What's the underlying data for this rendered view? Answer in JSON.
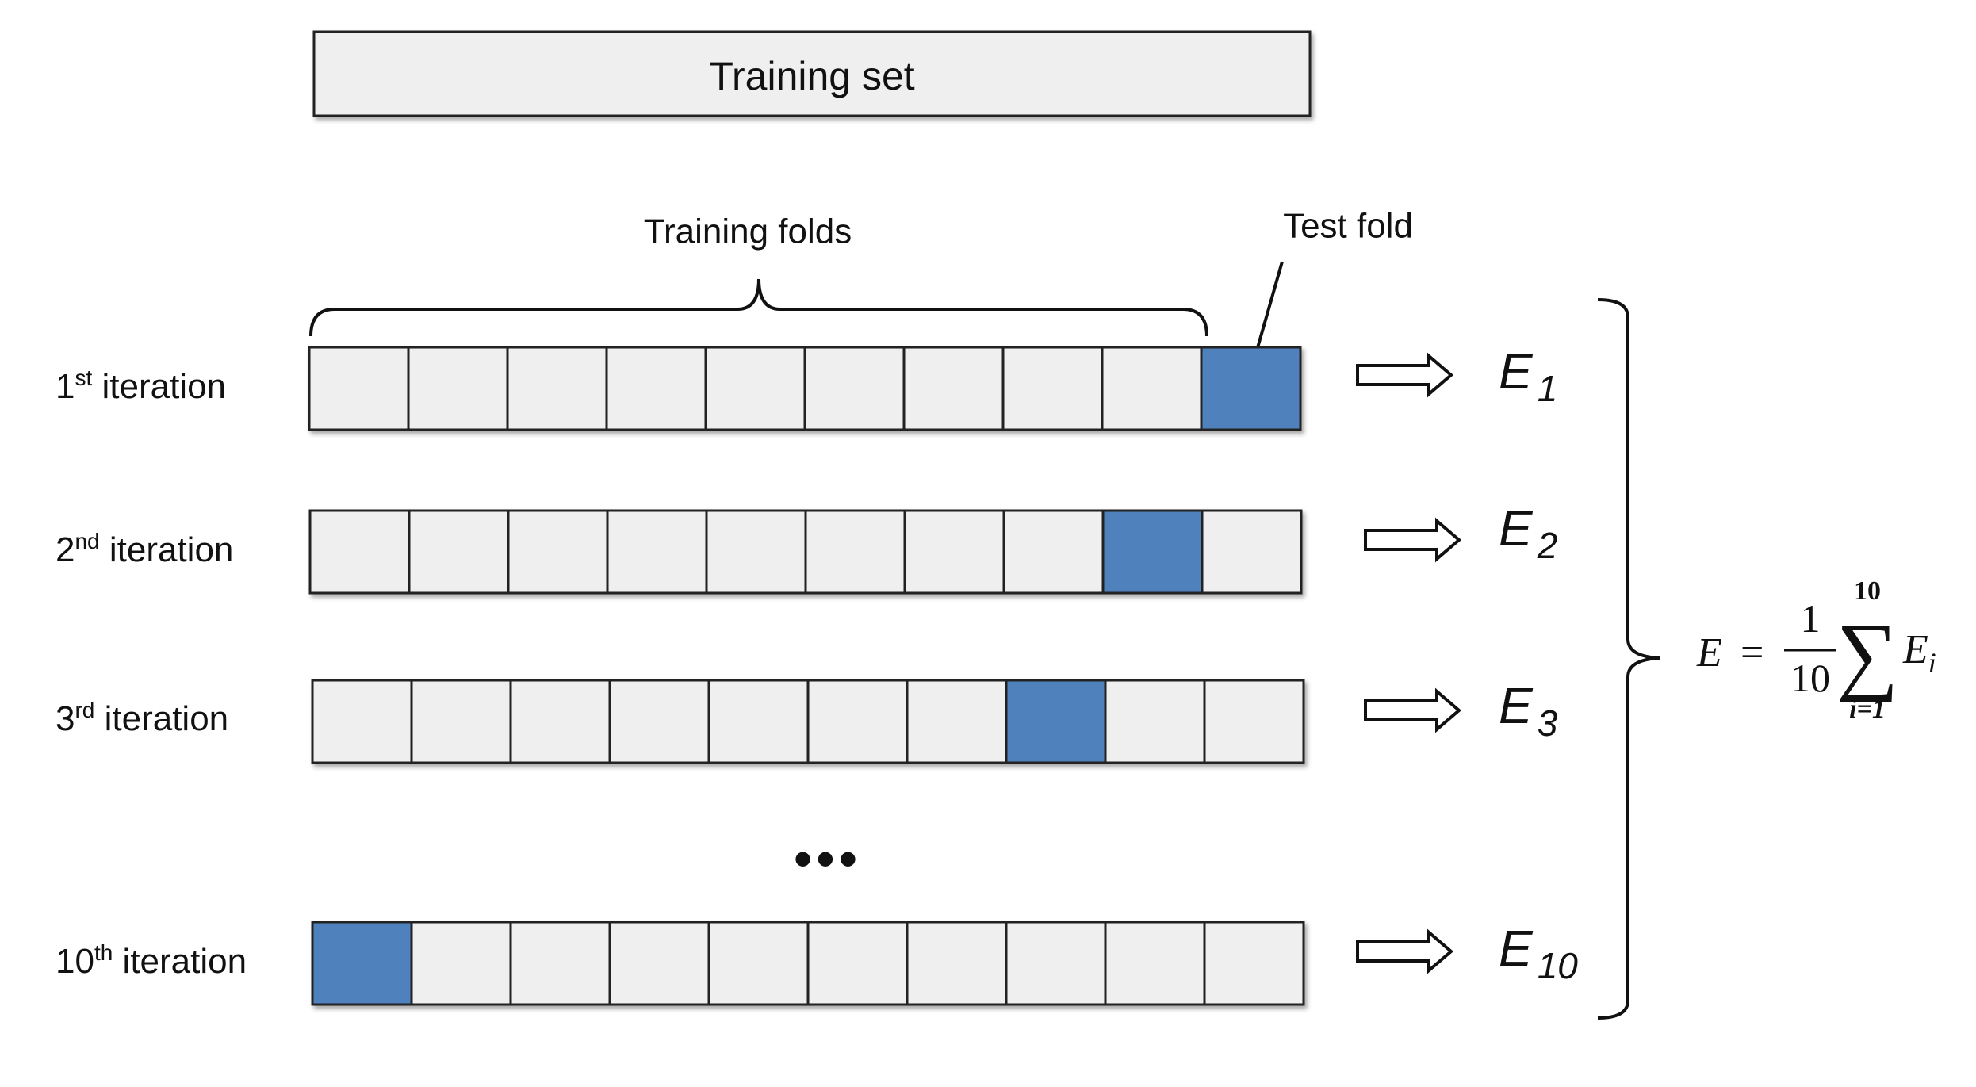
{
  "training_set_label": "Training set",
  "training_folds_label": "Training folds",
  "test_fold_label": "Test fold",
  "ellipsis": "•••",
  "colors": {
    "fold_fill": "#efefef",
    "test_fill": "#4f81bd",
    "stroke": "#222222"
  },
  "iterations": [
    {
      "num": "1",
      "sup": "st",
      "rest": " iteration",
      "test_index": 9,
      "error_main": "E",
      "error_sub": "1"
    },
    {
      "num": "2",
      "sup": "nd",
      "rest": " iteration",
      "test_index": 8,
      "error_main": "E",
      "error_sub": "2"
    },
    {
      "num": "3",
      "sup": "rd",
      "rest": " iteration",
      "test_index": 7,
      "error_main": "E",
      "error_sub": "3"
    },
    {
      "num": "10",
      "sup": "th",
      "rest": " iteration",
      "test_index": 0,
      "error_main": "E",
      "error_sub": "10"
    }
  ],
  "formula": {
    "lhs": "E",
    "equals": "=",
    "numerator": "1",
    "denominator": "10",
    "sum_top": "10",
    "sum_sign": "∑",
    "sum_bottom": "i=1",
    "term": "E",
    "term_sub": "i"
  }
}
